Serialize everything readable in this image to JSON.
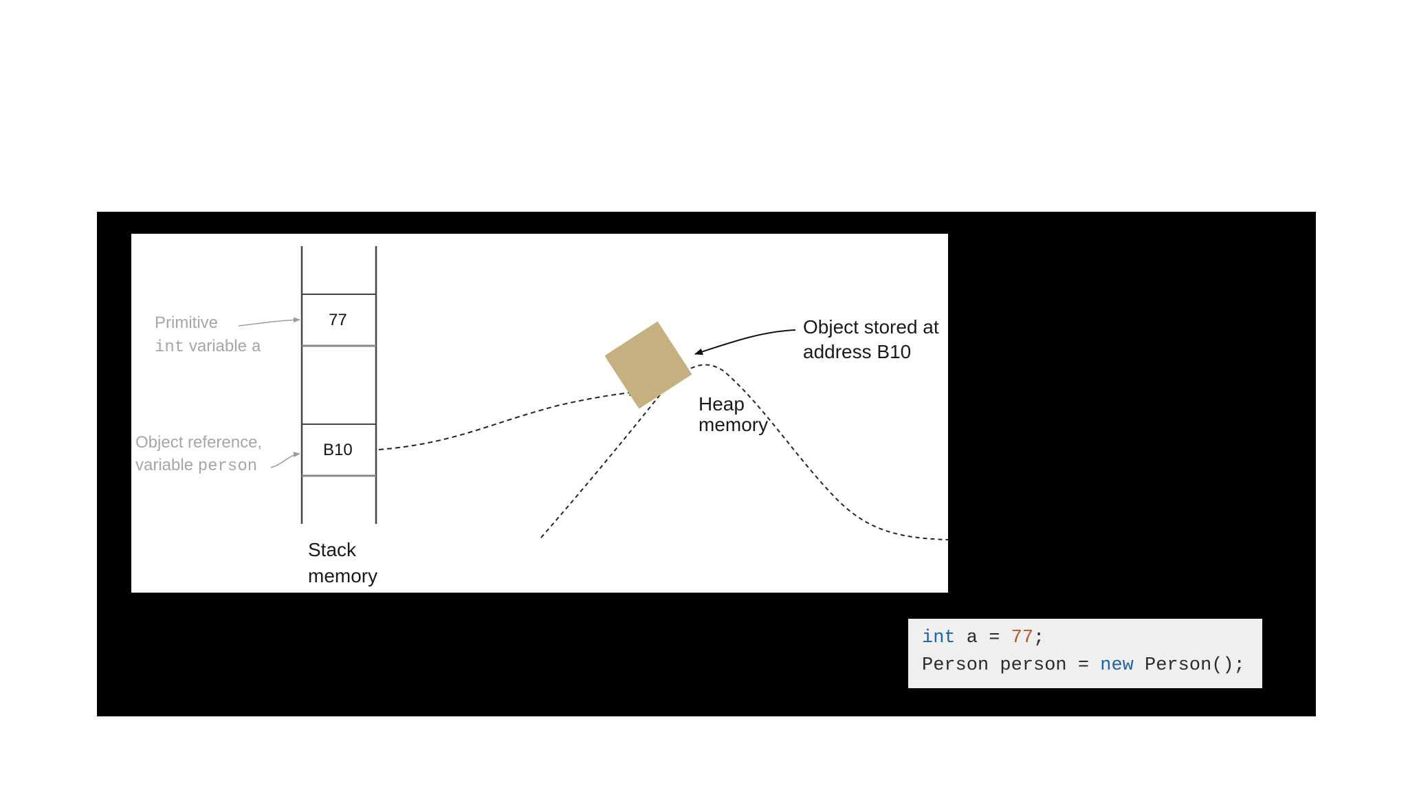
{
  "stack": {
    "cell_primitive_value": "77",
    "cell_reference_value": "B10",
    "label_line1": "Stack",
    "label_line2": "memory"
  },
  "annotations": {
    "primitive_line1": "Primitive",
    "primitive_code": "int",
    "primitive_text": " variable ",
    "primitive_var": "a",
    "reference_line1": "Object reference,",
    "reference_text": "variable ",
    "reference_var": "person"
  },
  "heap": {
    "label_line1": "Heap",
    "label_line2": "memory",
    "object_note_line1": "Object stored at",
    "object_note_line2": "address B10",
    "object_color": "#c6b07f"
  },
  "code": {
    "line1": {
      "type": "int",
      "rest1": " a = ",
      "value": "77",
      "rest2": ";"
    },
    "line2": {
      "part1": "Person person = ",
      "keyword": "new",
      "part2": " Person();"
    },
    "keyword_color": "#1e62a8",
    "number_color": "#b8562a"
  }
}
